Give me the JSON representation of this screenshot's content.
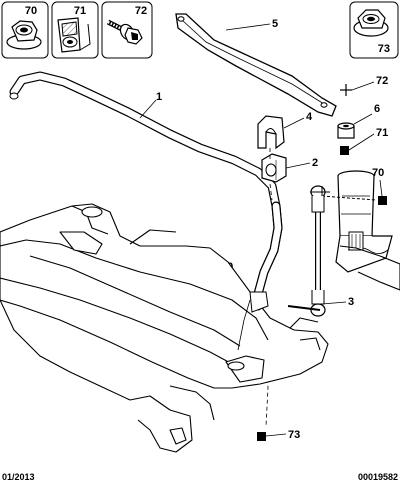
{
  "inset_boxes": [
    {
      "ref": "70",
      "icon": "flange-nut-icon"
    },
    {
      "ref": "71",
      "icon": "clip-nut-icon"
    },
    {
      "ref": "72",
      "icon": "flange-bolt-icon"
    },
    {
      "ref": "73",
      "icon": "flange-nut-icon"
    }
  ],
  "callouts": {
    "c1": "1",
    "c2": "2",
    "c3": "3",
    "c4": "4",
    "c5": "5",
    "c6": "6",
    "c70a": "70",
    "c70b": "70",
    "c71": "71",
    "c72": "72",
    "c73": "73"
  },
  "footer": {
    "date": "01/2013",
    "code": "00019582"
  },
  "colors": {
    "line": "#000000",
    "fill": "#ffffff",
    "shade": "#e6e6e6"
  }
}
